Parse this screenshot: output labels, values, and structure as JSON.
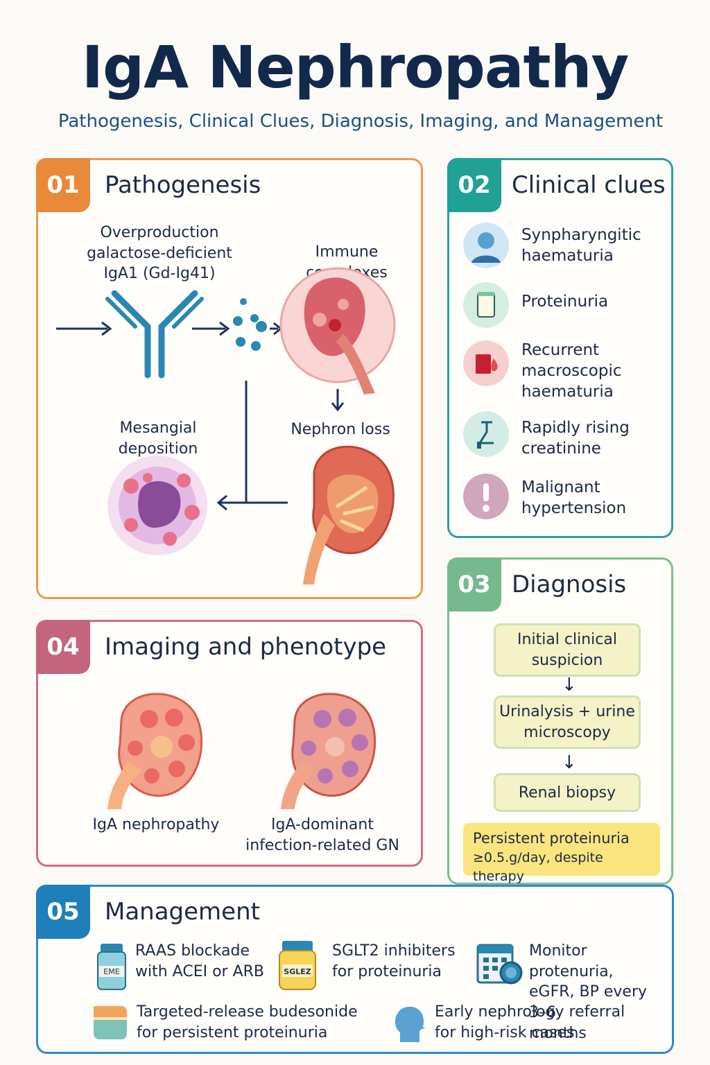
{
  "header": {
    "title": "IgA Nephropathy",
    "subtitle": "Pathogenesis, Clinical Clues, Diagnosis, Imaging, and Management"
  },
  "pathogenesis": {
    "number": "01",
    "title": "Pathogenesis",
    "overproduction": [
      "Overproduction",
      "galactose-deficient",
      "IgA1 (Gd-Ig41)"
    ],
    "immune_complexes": "Immune complexes",
    "nephron_loss": "Nephron loss",
    "mesangial": [
      "Mesangial",
      "deposition"
    ]
  },
  "clinical": {
    "number": "02",
    "title": "Clinical clues",
    "items": [
      {
        "label": "Synpharyngitic haematuria",
        "icon": "person-icon"
      },
      {
        "label": "Proteinuria",
        "icon": "urine-cup-icon"
      },
      {
        "label": "Recurrent macroscopic haematuria",
        "icon": "blood-cup-icon"
      },
      {
        "label": "Rapidly rising creatinine",
        "icon": "test-tube-icon"
      },
      {
        "label": "Malignant hypertension",
        "icon": "exclamation-icon"
      }
    ]
  },
  "diagnosis": {
    "number": "03",
    "title": "Diagnosis",
    "steps": [
      "Initial clinical suspicion",
      "Urinalysis + urine microscopy",
      "Renal biopsy"
    ],
    "callout_line1": "Persistent proteinuria",
    "callout_line2": "≥0.5.g/day, despite therapy"
  },
  "imaging": {
    "number": "04",
    "title": "Imaging and phenotype",
    "left_label": "IgA nephropathy",
    "right_label": [
      "IgA-dominant",
      "infection-related GN"
    ]
  },
  "management": {
    "number": "05",
    "title": "Management",
    "items": [
      {
        "line1": "RAAS blockade",
        "line2": "with ACEI or ARB",
        "icon_text": "EME"
      },
      {
        "line1": "SGLT2 inhibiters",
        "line2": "for proteinuria",
        "icon_text": "SGLEZ"
      },
      {
        "line1": "Monitor protenuria,",
        "line2": "eGFR, BP every 3–6",
        "line3": "months"
      },
      {
        "line1": "Targeted-release budesonide",
        "line2": "for persistent proteinuria"
      },
      {
        "line1": "Early nephrology referral",
        "line2": "for high-risk cases"
      }
    ]
  },
  "colors": {
    "pathogenesis": "#e88a3a",
    "clinical": "#21a096",
    "diagnosis": "#76b98c",
    "imaging": "#c5647e",
    "management": "#1f7fb8"
  }
}
